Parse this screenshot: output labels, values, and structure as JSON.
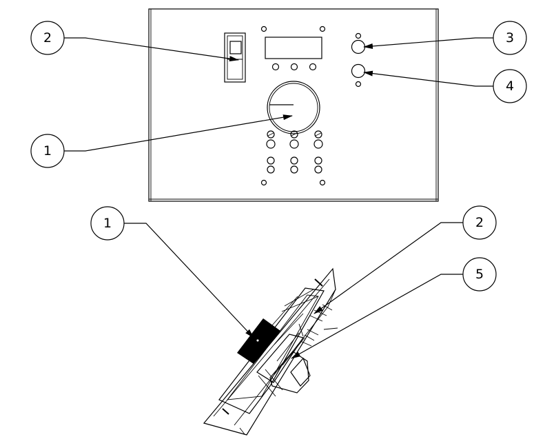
{
  "callouts": [
    {
      "id": "c-top-2",
      "label": "2"
    },
    {
      "id": "c-top-1",
      "label": "1"
    },
    {
      "id": "c-top-3",
      "label": "3"
    },
    {
      "id": "c-top-4",
      "label": "4"
    },
    {
      "id": "c-bot-1",
      "label": "1"
    },
    {
      "id": "c-bot-2",
      "label": "2"
    },
    {
      "id": "c-bot-5",
      "label": "5"
    }
  ]
}
